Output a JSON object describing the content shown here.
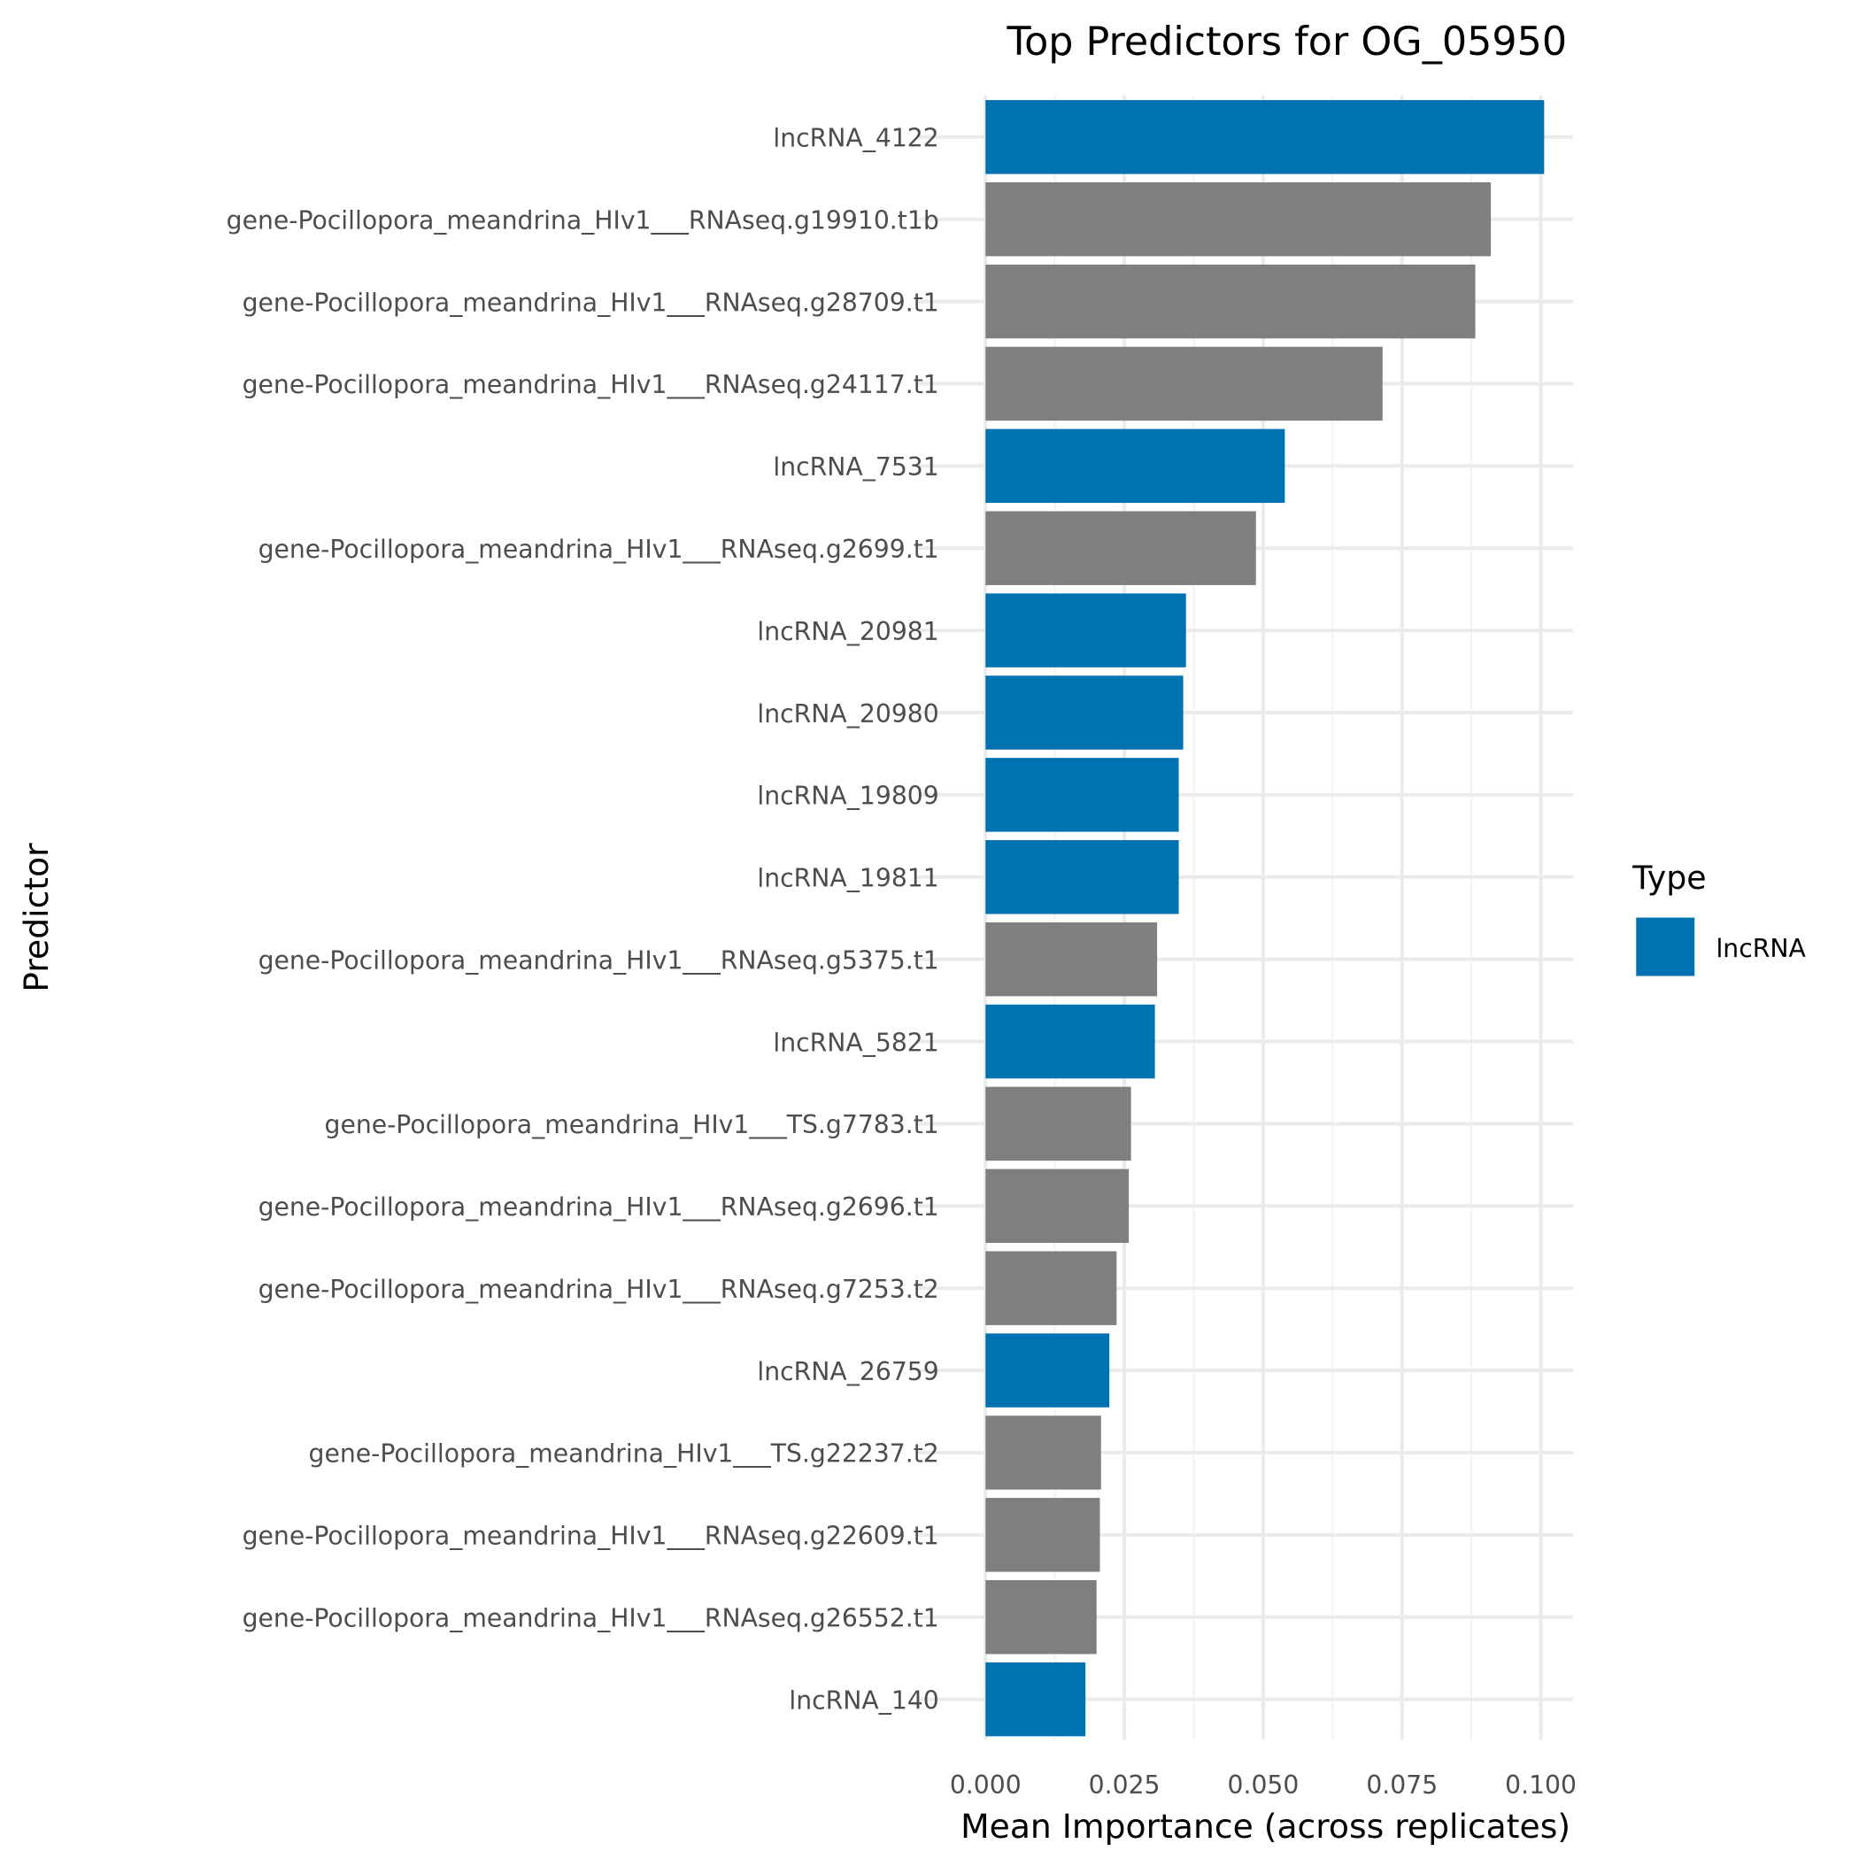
{
  "chart_data": {
    "type": "bar",
    "orientation": "horizontal",
    "title": "Top Predictors for OG_05950",
    "xlabel": "Mean Importance (across replicates)",
    "ylabel": "Predictor",
    "xlim": [
      0,
      0.105
    ],
    "xticks": [
      "0.000",
      "0.025",
      "0.050",
      "0.075",
      "0.100"
    ],
    "xtick_values": [
      0,
      0.025,
      0.05,
      0.075,
      0.1
    ],
    "grid": true,
    "legend": {
      "title": "Type",
      "placement": "right",
      "entries": [
        {
          "label": "lncRNA",
          "color": "#0072B2"
        }
      ]
    },
    "colors": {
      "lncRNA": "#0072B2",
      "other": "#7F7F7F"
    },
    "categories": [
      "lncRNA_4122",
      "gene-Pocillopora_meandrina_HIv1___RNAseq.g19910.t1b",
      "gene-Pocillopora_meandrina_HIv1___RNAseq.g28709.t1",
      "gene-Pocillopora_meandrina_HIv1___RNAseq.g24117.t1",
      "lncRNA_7531",
      "gene-Pocillopora_meandrina_HIv1___RNAseq.g2699.t1",
      "lncRNA_20981",
      "lncRNA_20980",
      "lncRNA_19809",
      "lncRNA_19811",
      "gene-Pocillopora_meandrina_HIv1___RNAseq.g5375.t1",
      "lncRNA_5821",
      "gene-Pocillopora_meandrina_HIv1___TS.g7783.t1",
      "gene-Pocillopora_meandrina_HIv1___RNAseq.g2696.t1",
      "gene-Pocillopora_meandrina_HIv1___RNAseq.g7253.t2",
      "lncRNA_26759",
      "gene-Pocillopora_meandrina_HIv1___TS.g22237.t2",
      "gene-Pocillopora_meandrina_HIv1___RNAseq.g22609.t1",
      "gene-Pocillopora_meandrina_HIv1___RNAseq.g26552.t1",
      "lncRNA_140"
    ],
    "values": [
      0.1006,
      0.091,
      0.0882,
      0.0715,
      0.0539,
      0.0487,
      0.0361,
      0.0356,
      0.0348,
      0.0348,
      0.0309,
      0.0305,
      0.0262,
      0.0258,
      0.0236,
      0.0223,
      0.0208,
      0.0206,
      0.02,
      0.018
    ],
    "types": [
      "lncRNA",
      "other",
      "other",
      "other",
      "lncRNA",
      "other",
      "lncRNA",
      "lncRNA",
      "lncRNA",
      "lncRNA",
      "other",
      "lncRNA",
      "other",
      "other",
      "other",
      "lncRNA",
      "other",
      "other",
      "other",
      "lncRNA"
    ]
  }
}
